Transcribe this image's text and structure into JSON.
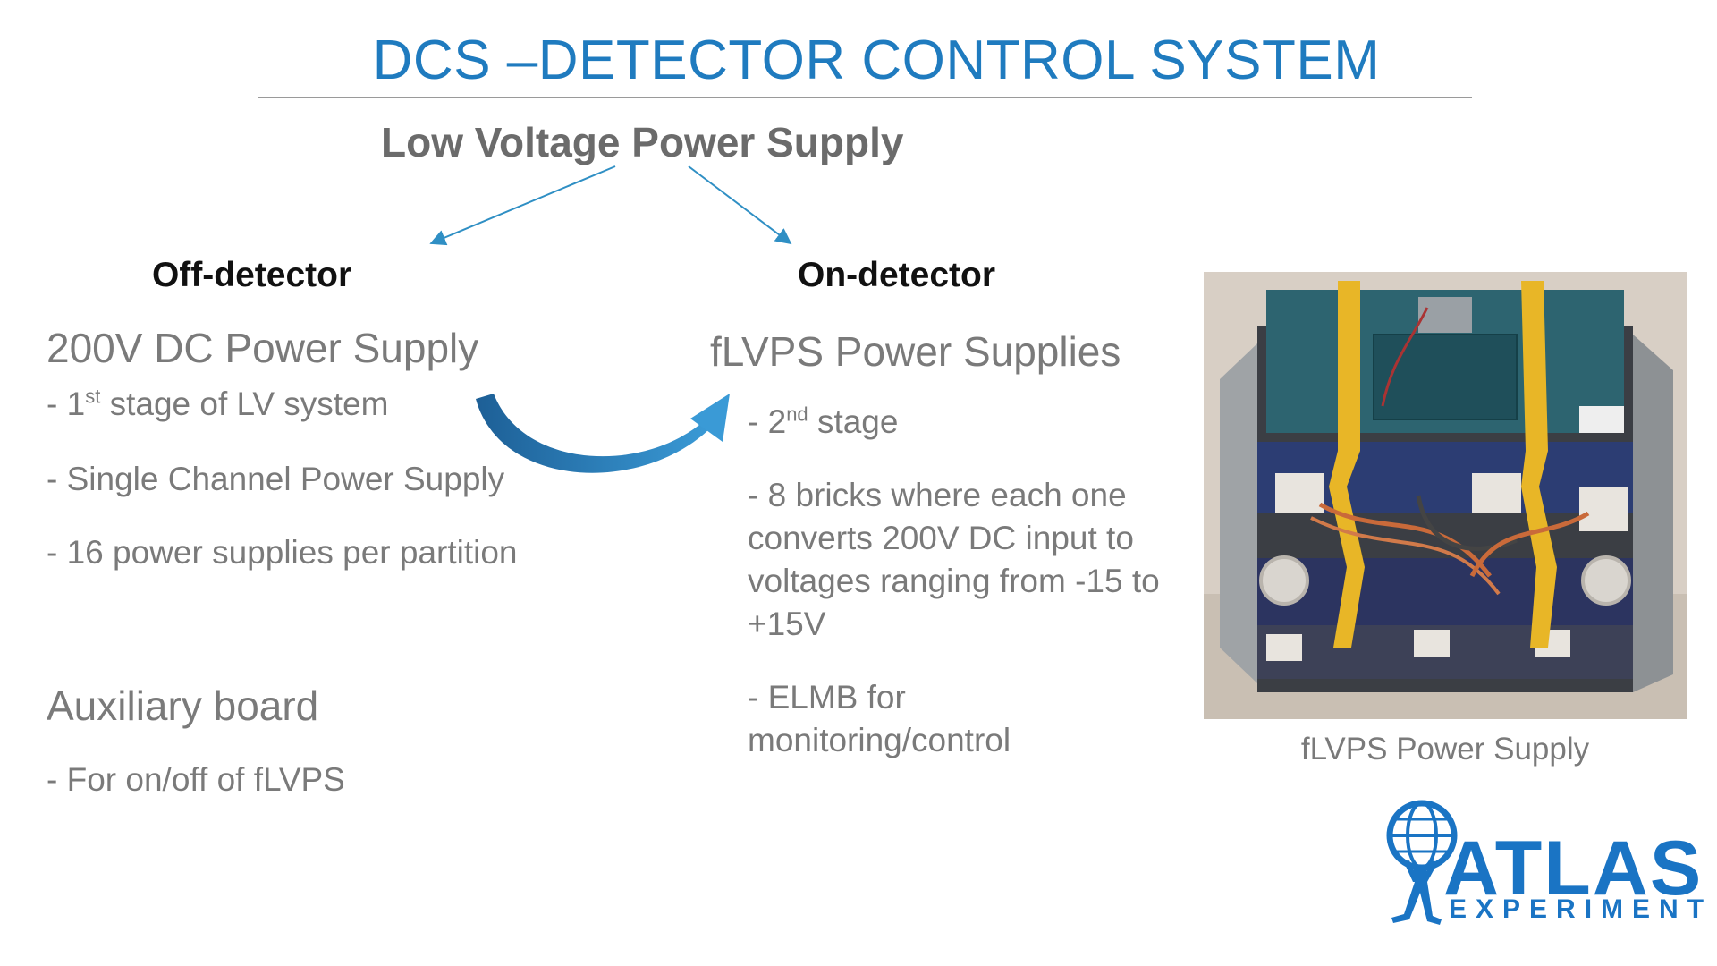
{
  "slide": {
    "title": "DCS –DETECTOR CONTROL SYSTEM",
    "subtitle": "Low Voltage Power Supply"
  },
  "off_detector": {
    "heading": "Off-detector",
    "section1_title": "200V DC Power Supply",
    "bullet1_prefix": "- 1",
    "bullet1_sup": "st",
    "bullet1_suffix": " stage of LV system",
    "bullet2": "- Single Channel Power Supply",
    "bullet3": "- 16 power supplies per partition",
    "section2_title": "Auxiliary board",
    "bullet4": "- For on/off of fLVPS"
  },
  "on_detector": {
    "heading": "On-detector",
    "section_title": "fLVPS Power Supplies",
    "bullet1_prefix": "- 2",
    "bullet1_sup": "nd",
    "bullet1_suffix": " stage",
    "bullet2_lines": [
      "- 8 bricks where each one",
      "converts 200V DC input to",
      "voltages ranging from -15 to",
      "+15V"
    ],
    "bullet3_lines": [
      "- ELMB for",
      "monitoring/control"
    ]
  },
  "photo": {
    "caption": "fLVPS Power Supply"
  },
  "logo": {
    "name": "ATLAS",
    "sub": "EXPERIMENT"
  },
  "colors": {
    "title_blue": "#1f7bbf",
    "arrow_blue": "#2f8fc4",
    "text_gray": "#7a7a7a",
    "logo_blue": "#1a74c4"
  },
  "icons": [
    "branch-arrow-left-icon",
    "branch-arrow-right-icon",
    "curved-arrow-icon",
    "atlas-globe-logo-icon"
  ]
}
